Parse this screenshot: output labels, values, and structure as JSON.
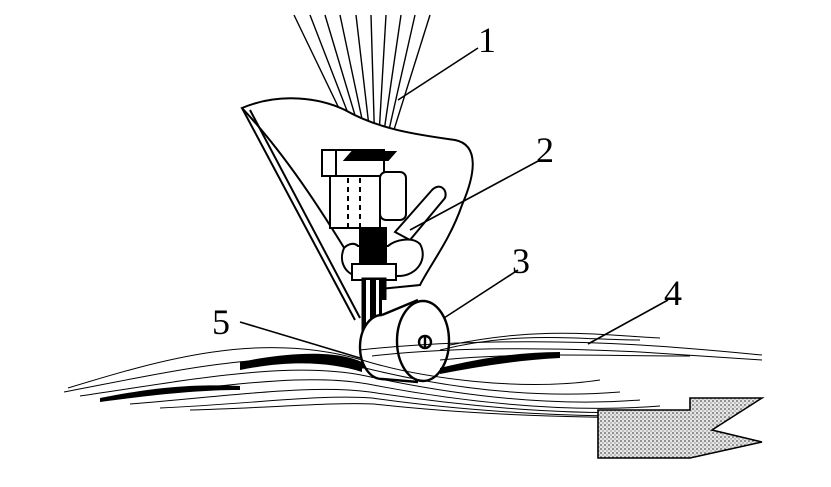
{
  "labels": {
    "fiber_bundle": "1",
    "compaction_head": "2",
    "compaction_roller": "3",
    "laid_layer": "4",
    "laying_point": "5"
  },
  "colors": {
    "ink": "#000000",
    "paper": "#ffffff",
    "arrow_fill": "#c9c9c9"
  }
}
